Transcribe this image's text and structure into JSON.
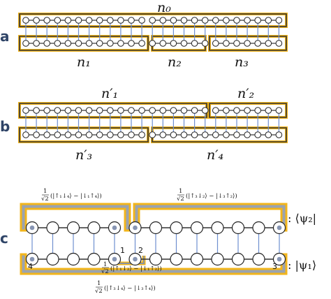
{
  "panels": {
    "a": {
      "label": "a",
      "top_label": "n₀",
      "bottom_labels": [
        "n₁",
        "n₂",
        "n₃"
      ]
    },
    "b": {
      "label": "b",
      "top_labels": [
        "n′₁",
        "n′₂"
      ],
      "bottom_labels": [
        "n′₃",
        "n′₄"
      ]
    },
    "c": {
      "label": "c",
      "formula_top_left": "(|↑₁↓₄⟩ − |↓₁↑₄⟩)",
      "formula_top_right": "(|↑₃↓₂⟩ − |↓₃↑₂⟩)",
      "formula_mid": "(|↑₁↓₂⟩ − |↓₁↑₂⟩)",
      "formula_bottom": "(|↑₃↓₄⟩ − |↓₃↑₄⟩)",
      "norm_num": "1",
      "norm_den": "√2",
      "site_numbers": [
        "1",
        "2",
        "3",
        "4"
      ],
      "state_top": ": ⟨ψ₂|",
      "state_bottom": ": |ψ₁⟩"
    }
  },
  "colors": {
    "frame_gold": "#f2b51b",
    "frame_dark": "#4a4a4a",
    "frame_gray": "#8a94a2",
    "rung_blue": "#6f8fd0",
    "chain_line": "#333333",
    "site_fill": "#ffffff",
    "site_stroke": "#222222",
    "site_marked": "#8795b3"
  }
}
